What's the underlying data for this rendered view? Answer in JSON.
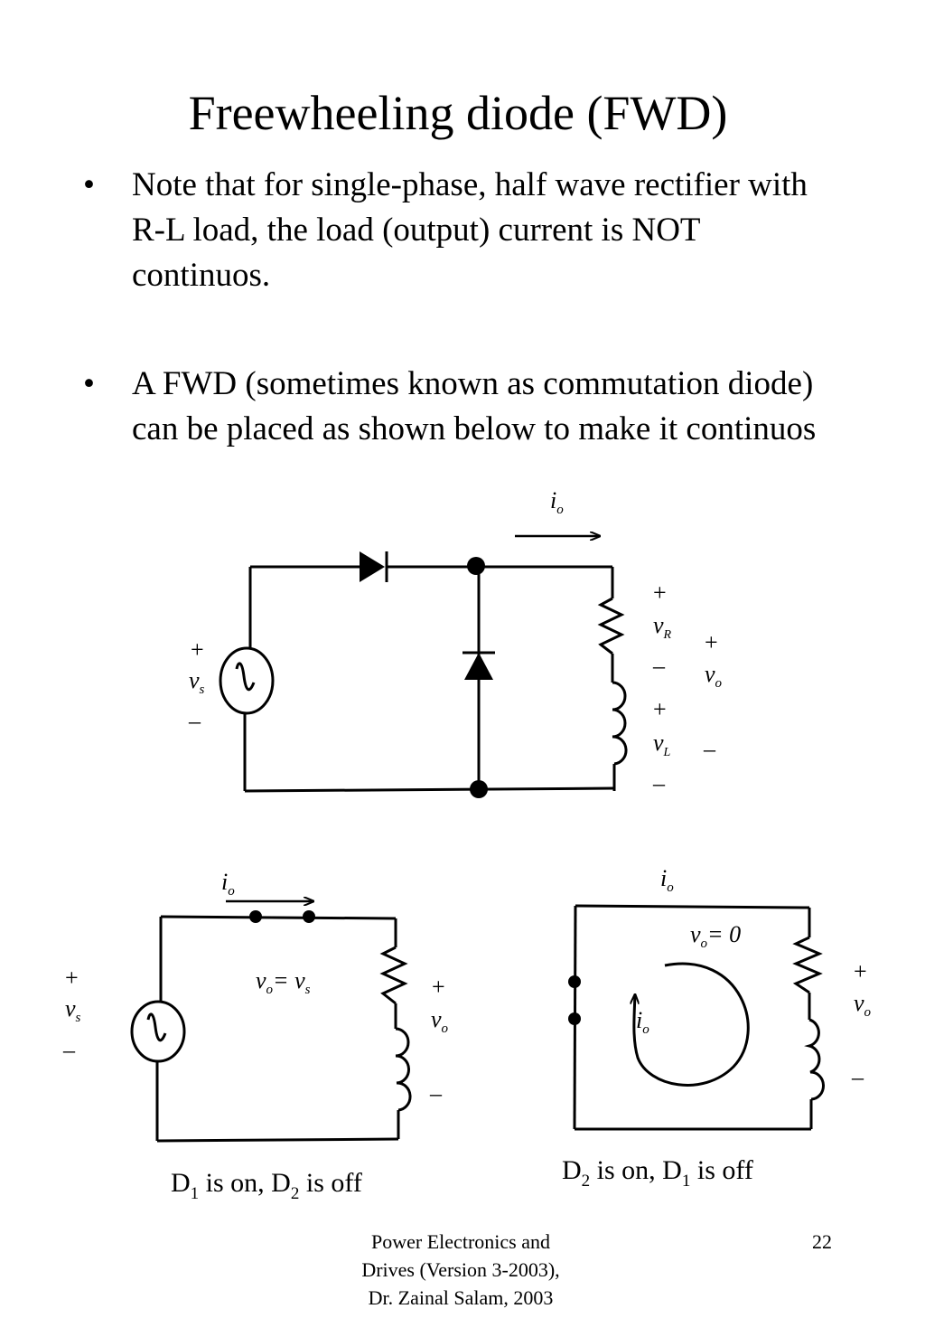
{
  "slide": {
    "title": "Freewheeling diode (FWD)",
    "bullet_symbol": "•",
    "bullets": [
      "Note that for single-phase, half wave rectifier with R-L load, the load (output) current is NOT continuos.",
      "A FWD (sometimes known as commutation diode) can be placed as shown below to make it continuos"
    ],
    "footer": {
      "line1": "Power Electronics and",
      "line2": "Drives (Version 3-2003),",
      "line3": "Dr. Zainal Salam, 2003"
    },
    "page_number": "22"
  },
  "main_circuit": {
    "current_label": "i",
    "current_sub": "o",
    "vs_plus": "+",
    "vs_label": "v",
    "vs_sub": "s",
    "vs_minus": "–",
    "vr_plus": "+",
    "vr_label": "v",
    "vr_sub": "R",
    "vr_minus": "–",
    "vl_plus": "+",
    "vl_label": "v",
    "vl_sub": "L",
    "vl_minus": "–",
    "vo_plus": "+",
    "vo_label": "v",
    "vo_sub": "o",
    "vo_minus": "–"
  },
  "left_circuit": {
    "current_label": "i",
    "current_sub": "o",
    "vs_plus": "+",
    "vs_label": "v",
    "vs_sub": "s",
    "vs_minus": "–",
    "vo_plus": "+",
    "vo_label": "v",
    "vo_sub": "o",
    "vo_minus": "–",
    "eq_v1": "v",
    "eq_sub1": "o",
    "eq_mid": "= v",
    "eq_sub2": "s",
    "caption_d1": "D",
    "caption_sub1": "1",
    "caption_mid": " is on, D",
    "caption_sub2": "2",
    "caption_end": " is off"
  },
  "right_circuit": {
    "current_label": "i",
    "current_sub": "o",
    "loop_label": "i",
    "loop_sub": "o",
    "vo_plus": "+",
    "vo_label": "v",
    "vo_sub": "o",
    "vo_minus": "–",
    "eq_v1": "v",
    "eq_sub1": "o",
    "eq_rest": "= 0",
    "caption_d1": "D",
    "caption_sub1": "2",
    "caption_mid": " is on, D",
    "caption_sub2": "1",
    "caption_end": " is off"
  }
}
